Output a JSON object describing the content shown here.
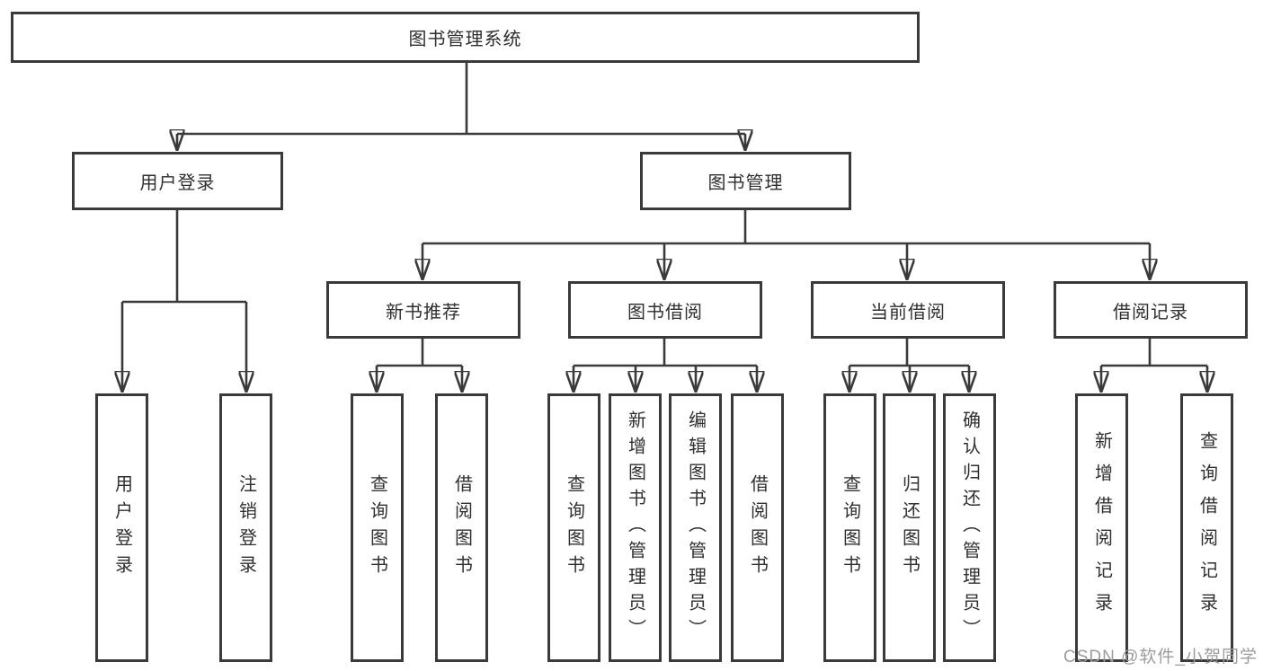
{
  "diagram": {
    "root": {
      "label": "图书管理系统"
    },
    "level2": [
      {
        "label": "用户登录"
      },
      {
        "label": "图书管理"
      }
    ],
    "level3": [
      {
        "label": "新书推荐",
        "parent": "图书管理"
      },
      {
        "label": "图书借阅",
        "parent": "图书管理"
      },
      {
        "label": "当前借阅",
        "parent": "图书管理"
      },
      {
        "label": "借阅记录",
        "parent": "图书管理"
      }
    ],
    "leaves": [
      {
        "label": "用户登录",
        "parent": "用户登录"
      },
      {
        "label": "注销登录",
        "parent": "用户登录"
      },
      {
        "label": "查询图书",
        "parent": "新书推荐"
      },
      {
        "label": "借阅图书",
        "parent": "新书推荐"
      },
      {
        "label": "查询图书",
        "parent": "图书借阅"
      },
      {
        "label": "新增图书（管理员）",
        "parent": "图书借阅"
      },
      {
        "label": "编辑图书（管理员）",
        "parent": "图书借阅"
      },
      {
        "label": "借阅图书",
        "parent": "图书借阅"
      },
      {
        "label": "查询图书",
        "parent": "当前借阅"
      },
      {
        "label": "归还图书",
        "parent": "当前借阅"
      },
      {
        "label": "确认归还（管理员）",
        "parent": "当前借阅"
      },
      {
        "label": "新增借阅记录",
        "parent": "借阅记录"
      },
      {
        "label": "查询借阅记录",
        "parent": "借阅记录"
      }
    ],
    "watermark": "CSDN @软件_小贺同学",
    "colors": {
      "line": "#3a3a3a",
      "text": "#2f2f2f",
      "watermark": "#9c9c9c",
      "background": "#ffffff"
    }
  }
}
